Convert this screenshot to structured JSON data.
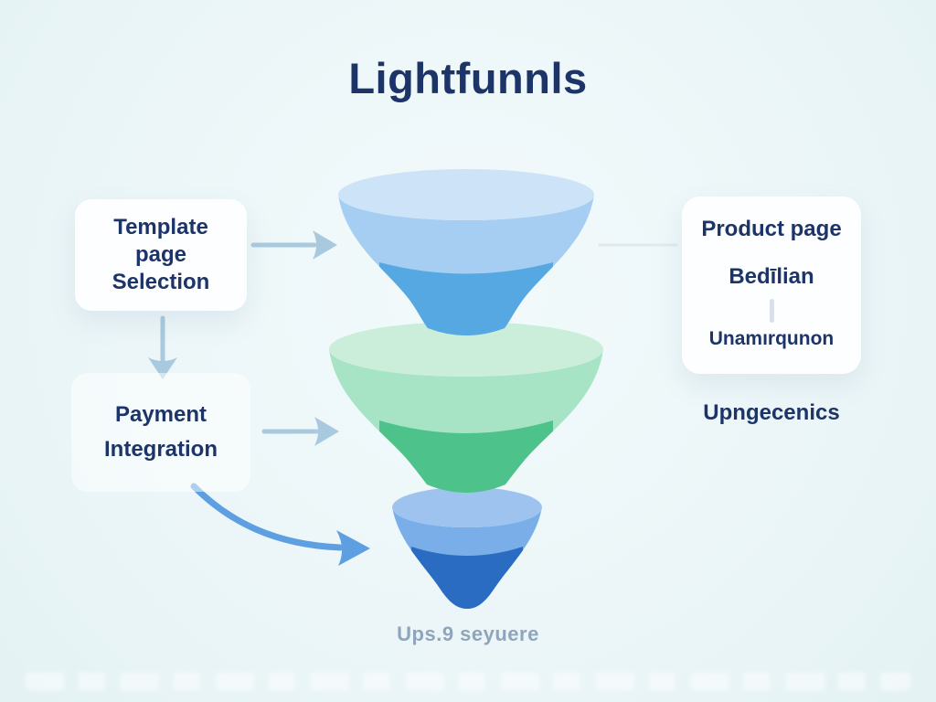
{
  "title": "Lightfunnls",
  "left_column": {
    "template_card": {
      "lines": [
        "Template",
        "page",
        "Selection"
      ]
    },
    "payment_card": {
      "lines": [
        "Payment",
        "Integration"
      ]
    }
  },
  "right_column": {
    "product_card": {
      "title": "Product page",
      "item": "Bedīlian",
      "subitem": "Unamırqunon"
    },
    "below_label": "Upngecenics"
  },
  "funnel": {
    "caption": "Ups.9 seyuere",
    "stages": [
      {
        "name": "top-stage",
        "rim": "#cde4f8",
        "upper": "#a6cef2",
        "lower": "#55a8e1"
      },
      {
        "name": "middle-stage",
        "rim": "#cbeeda",
        "upper": "#a7e4c5",
        "lower": "#4ec28b"
      },
      {
        "name": "bottom-stage",
        "rim": "#9fc3ef",
        "upper": "#79aee8",
        "lower": "#2a6cc1"
      }
    ]
  },
  "colors": {
    "background_center": "#f2fafb",
    "background_edge": "#e4f2f4",
    "text_navy": "#1d3468",
    "arrow_light": "#a9cade",
    "arrow_accent": "#5e9fe2",
    "caption_gray": "#8fa5bb",
    "card_white": "#fdfeff",
    "faint_line": "#dfeaef",
    "dash_gray": "#d9e0e8"
  }
}
